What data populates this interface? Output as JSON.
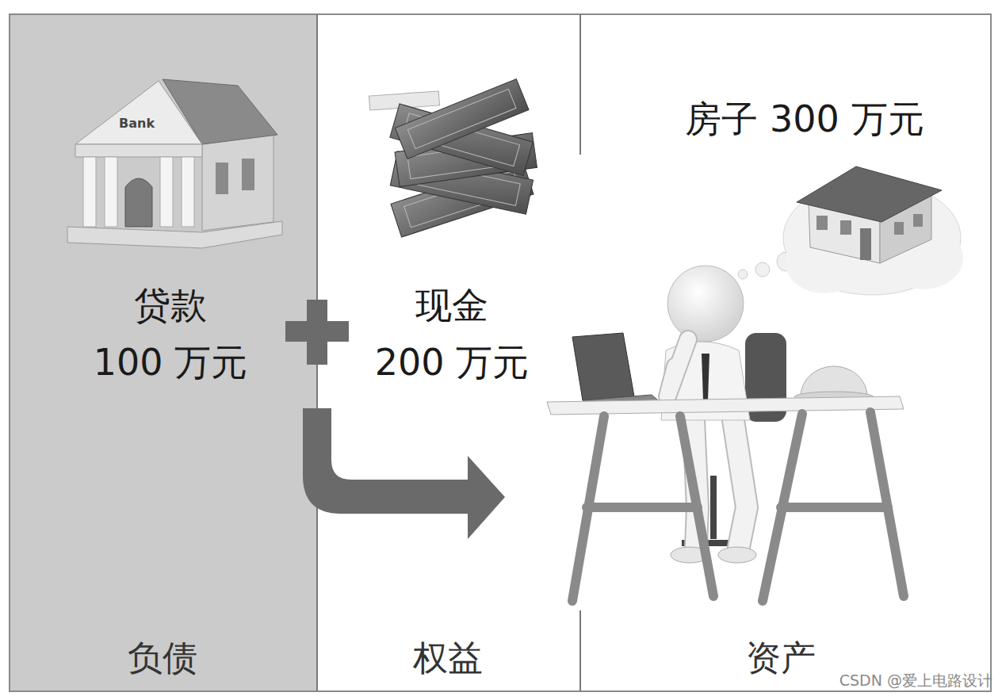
{
  "diagram": {
    "nodes": [
      {
        "text": [
          "贷款 100 万元",
          "负债"
        ]
      },
      {
        "text": [
          "现金 200 万元",
          "权益"
        ]
      },
      {
        "text": [
          "房子 300 万元",
          "资产"
        ]
      }
    ],
    "labels": [
      "Bank",
      "CSDN @爱上电路设计"
    ]
  }
}
